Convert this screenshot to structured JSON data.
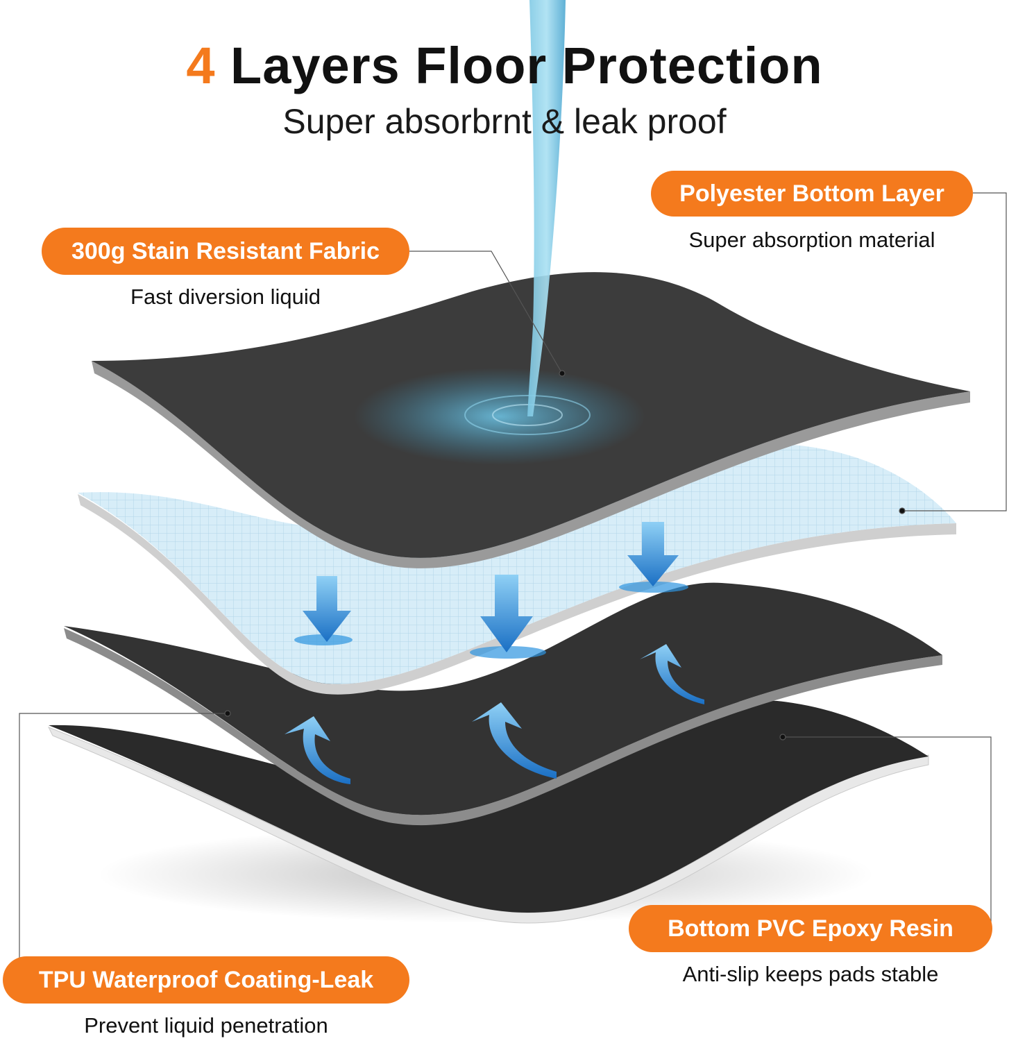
{
  "header": {
    "title_number": "4",
    "title_text": "Layers Floor Protection",
    "subtitle": "Super absorbrnt & leak proof"
  },
  "callouts": {
    "top_fabric": {
      "label": "300g Stain Resistant Fabric",
      "description": "Fast diversion liquid"
    },
    "polyester": {
      "label": "Polyester Bottom Layer",
      "description": "Super absorption material"
    },
    "pvc": {
      "label": "Bottom PVC Epoxy Resin",
      "description": "Anti-slip keeps pads stable"
    },
    "tpu": {
      "label": "TPU Waterproof Coating-Leak",
      "description": "Prevent liquid penetration"
    }
  },
  "colors": {
    "accent": "#f47a1d",
    "title_text": "#111111",
    "dark_layer": "#3a3a3a",
    "blue_layer": "#cfe8f5",
    "arrow_blue": "#1f86d6",
    "water": "#5fb6d9"
  }
}
